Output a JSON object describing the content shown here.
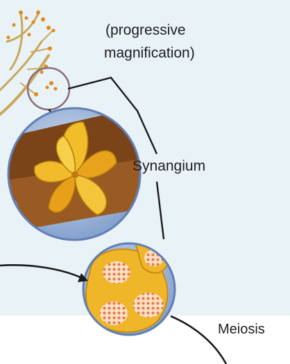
{
  "labels": {
    "caption_line1": "(progressive",
    "caption_line2": "magnification)",
    "synangium": "Synangium",
    "meiosis": "Meiosis"
  },
  "colors": {
    "background": "#e9f2f6",
    "lobe_yellow": "#f2bd2a",
    "lobe_orange": "#e09a1a",
    "stem_brown": "#7a4418",
    "lens_blue": "#8ea9d3",
    "spore_dots": "#e87a4a",
    "line": "#1a1a1a"
  }
}
